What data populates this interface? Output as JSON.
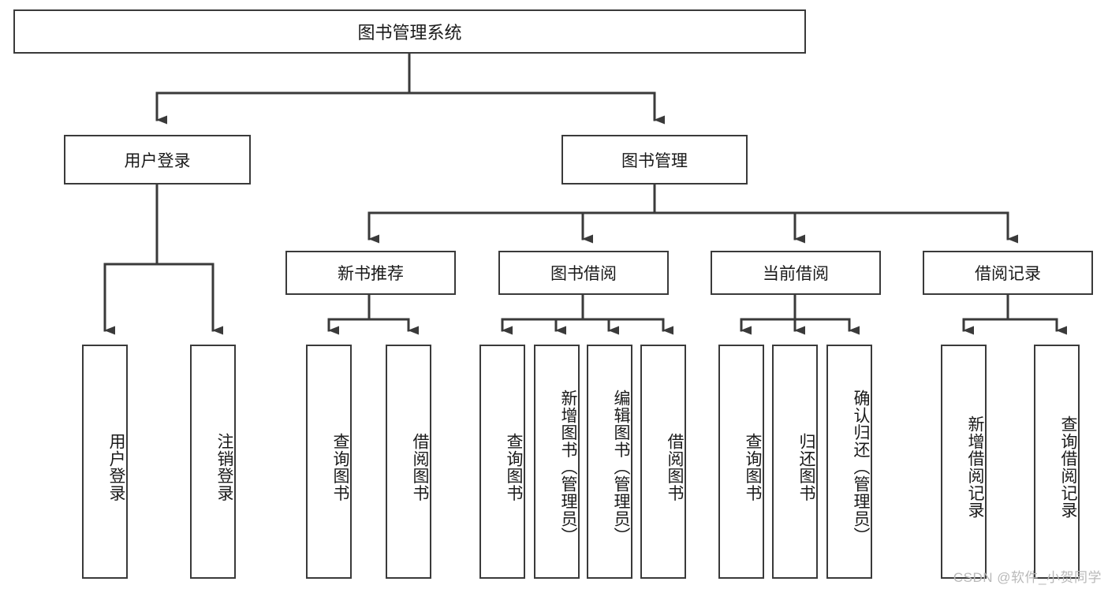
{
  "diagram": {
    "title": "图书管理系统",
    "type": "tree-hierarchy",
    "background_color": "#ffffff",
    "line_color": "#3a3a3a",
    "box_fill": "#ffffff",
    "text_color": "#1a1a1a"
  },
  "nodes": {
    "root": {
      "label": "图书管理系统"
    },
    "level2": [
      {
        "label": "用户登录"
      },
      {
        "label": "图书管理"
      }
    ],
    "level3": [
      {
        "label": "新书推荐"
      },
      {
        "label": "图书借阅"
      },
      {
        "label": "当前借阅"
      },
      {
        "label": "借阅记录"
      }
    ],
    "leaves": {
      "user_login": [
        {
          "label": "用户登录"
        },
        {
          "label": "注销登录"
        }
      ],
      "new_book": [
        {
          "label": "查询图书"
        },
        {
          "label": "借阅图书"
        }
      ],
      "book_borrow": [
        {
          "label": "查询图书"
        },
        {
          "label": "新增图书（管理员）"
        },
        {
          "label": "编辑图书（管理员）"
        },
        {
          "label": "借阅图书"
        }
      ],
      "current_borrow": [
        {
          "label": "查询图书"
        },
        {
          "label": "归还图书"
        },
        {
          "label": "确认归还（管理员）"
        }
      ],
      "borrow_record": [
        {
          "label": "新增借阅记录"
        },
        {
          "label": "查询借阅记录"
        }
      ]
    }
  },
  "watermark": {
    "text": "CSDN @软件_小贺同学"
  }
}
